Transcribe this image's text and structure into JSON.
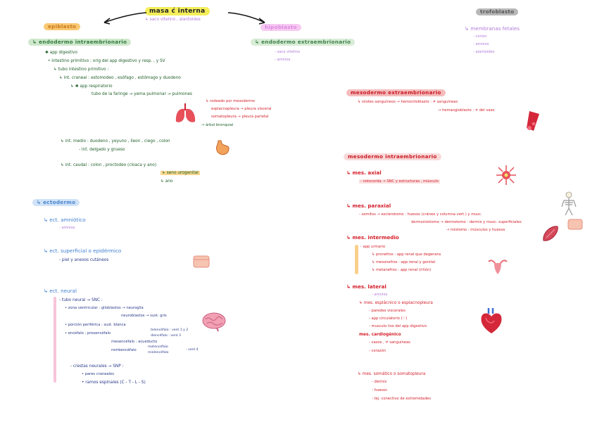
{
  "title": "masa ć interna",
  "title_sub": "↳ saco vitelino , alantoides",
  "trofoblasto": {
    "title": "trofoblasto",
    "membranas": "↳ membranas fetales",
    "items": [
      "- corion",
      "- amnios",
      "- alantoides"
    ]
  },
  "epiblasto": {
    "title": "epiblasto",
    "endodermo_title": "↳ endodermo intraembrionario",
    "lines": [
      "✱ app digestivo",
      "• intestino primitivo : orig del app digestivo y resp. , y SV",
      "↳ tubo intestino primitivo :",
      "↳ int. craneal : estomodeo , esófago , estómago y duodeno",
      "↳ ✱ app respiratorio",
      "tubo de la faringe → yema pulmonar → pulmones",
      "↳ rodeado por mesodermo",
      "esplacnopleura → pleura visceral",
      "somatopleura → pleura parietal",
      "→ árbol bronquial"
    ],
    "int_medio": "↳ int. medio : duodeno , yeyuno , íleon , ciego , colon",
    "int_medio_sub": "- int. delgado y grueso",
    "int_caudal": "↳ int. caudal : colon , proctodeo (cloaca y ano)",
    "seno": "↳ seno urogenital",
    "ano": "↳ ano"
  },
  "hipoblasto": {
    "title": "hipoblasto",
    "endodermo_title": "↳ endodermo extraembrionario",
    "items": [
      "- saco vitelino",
      "- amnios"
    ]
  },
  "ectodermo": {
    "title": "↳ ectodermo",
    "amniotico": "↳ ect. amniótico",
    "amniotico_items": [
      "- amnios"
    ],
    "superficial": "↳ ect. superficial o epidérmico",
    "superficial_items": [
      "- piel y anexos cutáneos"
    ],
    "neural": "↳ ect. neural",
    "neural_lines": [
      "- tubo neural → SNC :",
      "• zona ventricular : glioblastos → neuroglia",
      "neuroblastos → sust. gris",
      "• porción periférica : sust. blanca",
      "• encéfalo : prosencéfalo",
      "telencéfalo : vent 1 y 2",
      "diencéfalo : vent 3",
      "mesencéfalo : acueducto",
      "rombencéfalo",
      "metencéfalo",
      "mielencéfalo",
      ": vent 4"
    ],
    "crestas": "- crestas neurales → SNP :",
    "crestas_items": [
      "• pares craneales",
      "• ramos espinales (C - T - L - S)"
    ]
  },
  "meso_extra": {
    "title": "mesodermo extraembrionario",
    "line1": "↳ islotes sanguíneos → hemocitoblasto : ≠ sanguíneas",
    "line2": "→ hemangioblasto : ≠ del vaso"
  },
  "meso_intra": {
    "title": "mesodermo intraembrionario",
    "axial": "↳ mes. axial",
    "axial_line": "- notocorda → SNC y estructuras , músculo",
    "paraxial": "↳ mes. paraxial",
    "paraxial_lines": [
      "- somitos → esclerotomo : huesos (cráneo y columna vert.) y musc.",
      "dermomiotomo → dermotomo : dermis y musc. superficiales",
      "→ miotomo : músculos y huesos"
    ],
    "intermedio": "↳ mes. intermedio",
    "intermedio_lines": [
      "- app urinario",
      "↳ pronefros : app renal que degenera",
      "↳ mesonefros : app renal y genital",
      "↳ metanefros : app renal (riñón)"
    ],
    "lateral": "↳ mes. lateral",
    "lateral_lines": [
      "- amnios",
      "↳ mes. esplácnico o esplacnopleura",
      "- paredes viscerales",
      "- app circulatorio (♡)",
      "- musculo liso del app digestivo"
    ],
    "cardiogenico": "mes. cardiogénico",
    "cardio_lines": [
      "- vasos , ≠ sanguíneas",
      "- corazón"
    ],
    "somatico": "↳ mes. somático o somatopleura",
    "somatico_lines": [
      "- dermis",
      "- huesos",
      "- tej. conectivo de extremidades"
    ]
  },
  "colors": {
    "green": "#2f7a3a",
    "lavender": "#b07ad8",
    "blue": "#3f7fcf",
    "red": "#d41f2a",
    "pink": "#e0507a"
  },
  "icons": [
    "lungs-icon",
    "stomach-icon",
    "neuron-icon",
    "skeleton-icon",
    "skin-icon",
    "brain-icon",
    "blood-vessel-icon",
    "muscle-icon",
    "uterus-icon",
    "heart-icon"
  ]
}
